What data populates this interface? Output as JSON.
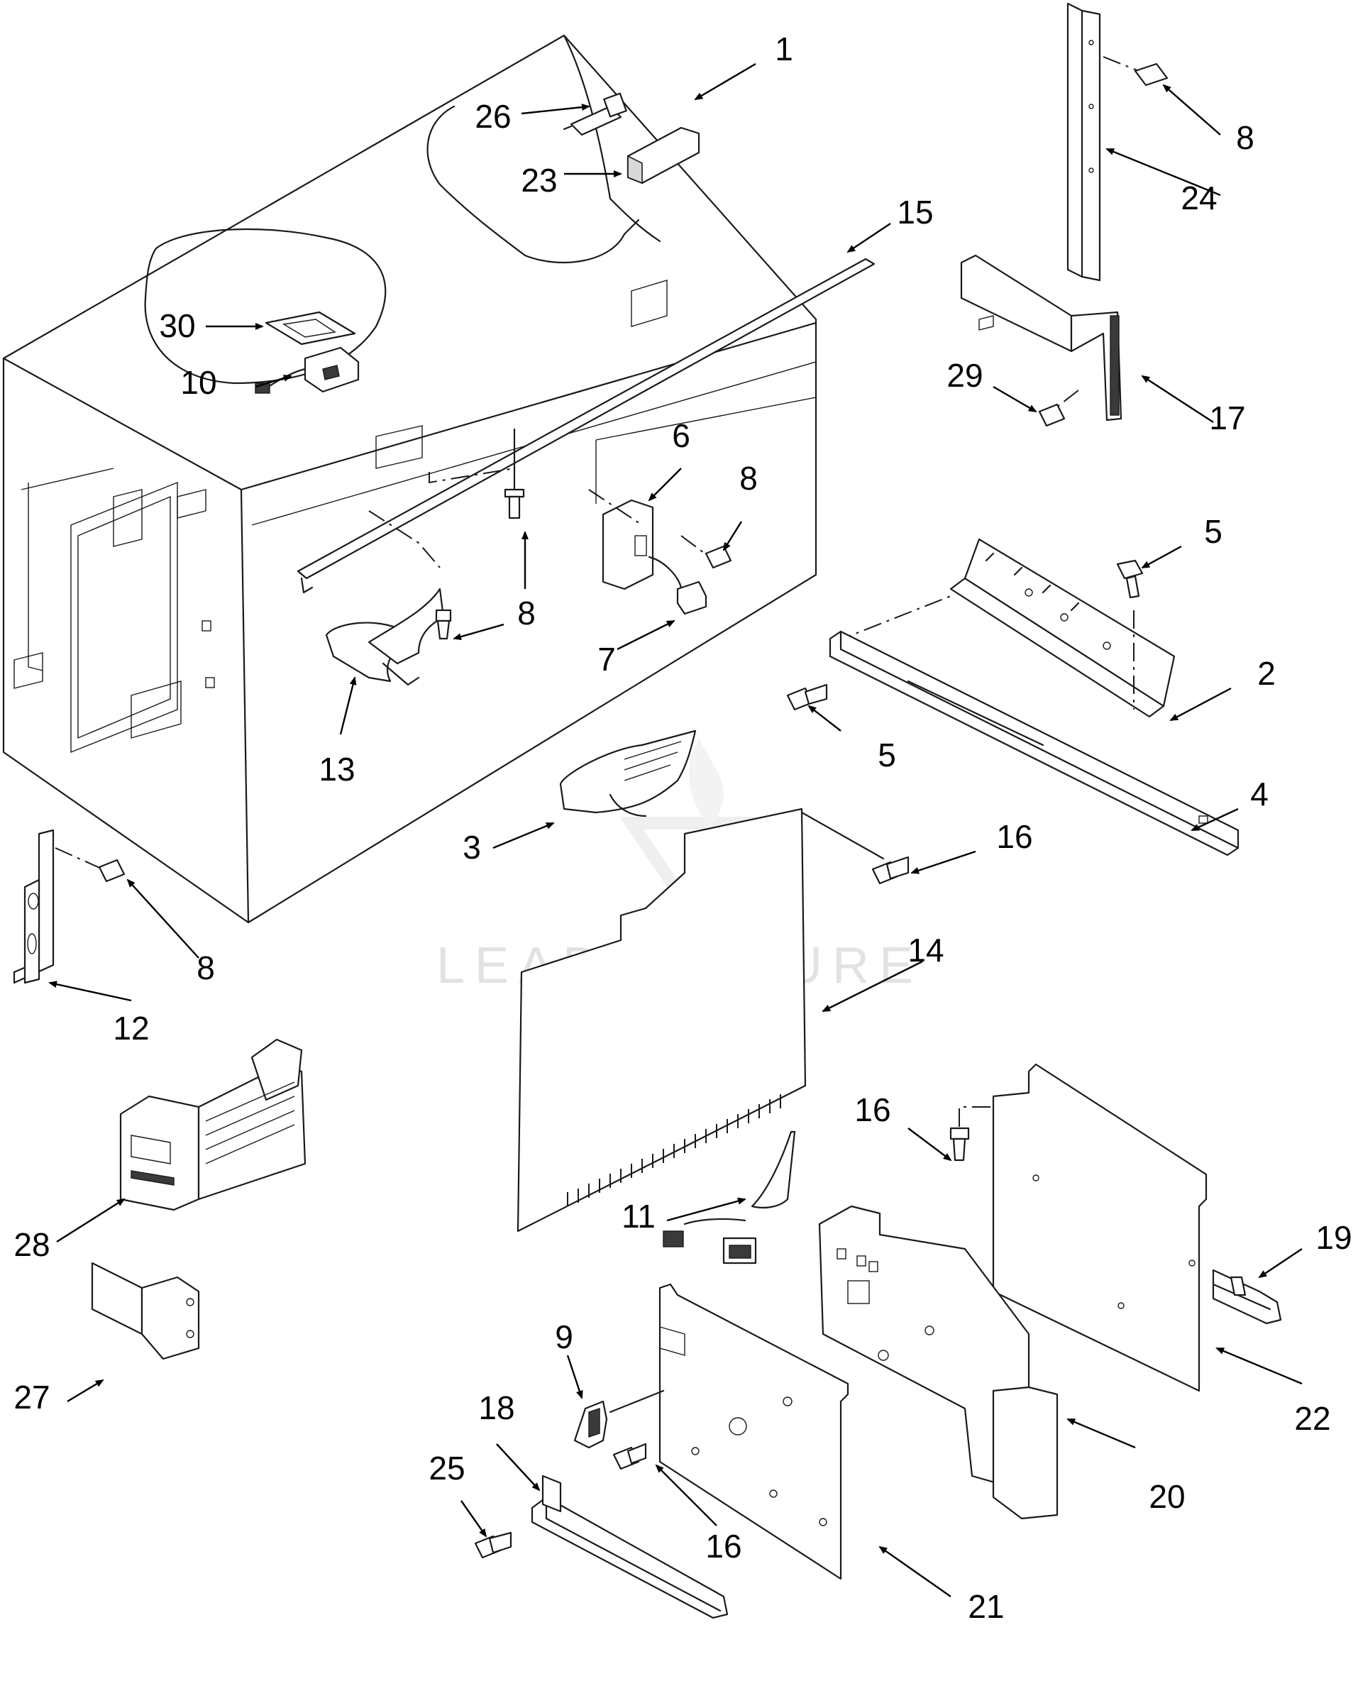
{
  "watermark": "LEADVENTURE",
  "callouts": {
    "c1": "1",
    "c2": "2",
    "c3": "3",
    "c4": "4",
    "c5a": "5",
    "c5b": "5",
    "c6": "6",
    "c7": "7",
    "c8a": "8",
    "c8b": "8",
    "c8c": "8",
    "c8d": "8",
    "c9": "9",
    "c10": "10",
    "c11": "11",
    "c12": "12",
    "c13": "13",
    "c14": "14",
    "c15": "15",
    "c16a": "16",
    "c16b": "16",
    "c16c": "16",
    "c17": "17",
    "c18": "18",
    "c19": "19",
    "c20": "20",
    "c21": "21",
    "c22": "22",
    "c23": "23",
    "c24": "24",
    "c25": "25",
    "c26": "26",
    "c27": "27",
    "c28": "28",
    "c29": "29",
    "c30": "30"
  },
  "colors": {
    "line": "#1a1a1a",
    "watermark": "#e2e2e2",
    "background": "#ffffff"
  }
}
